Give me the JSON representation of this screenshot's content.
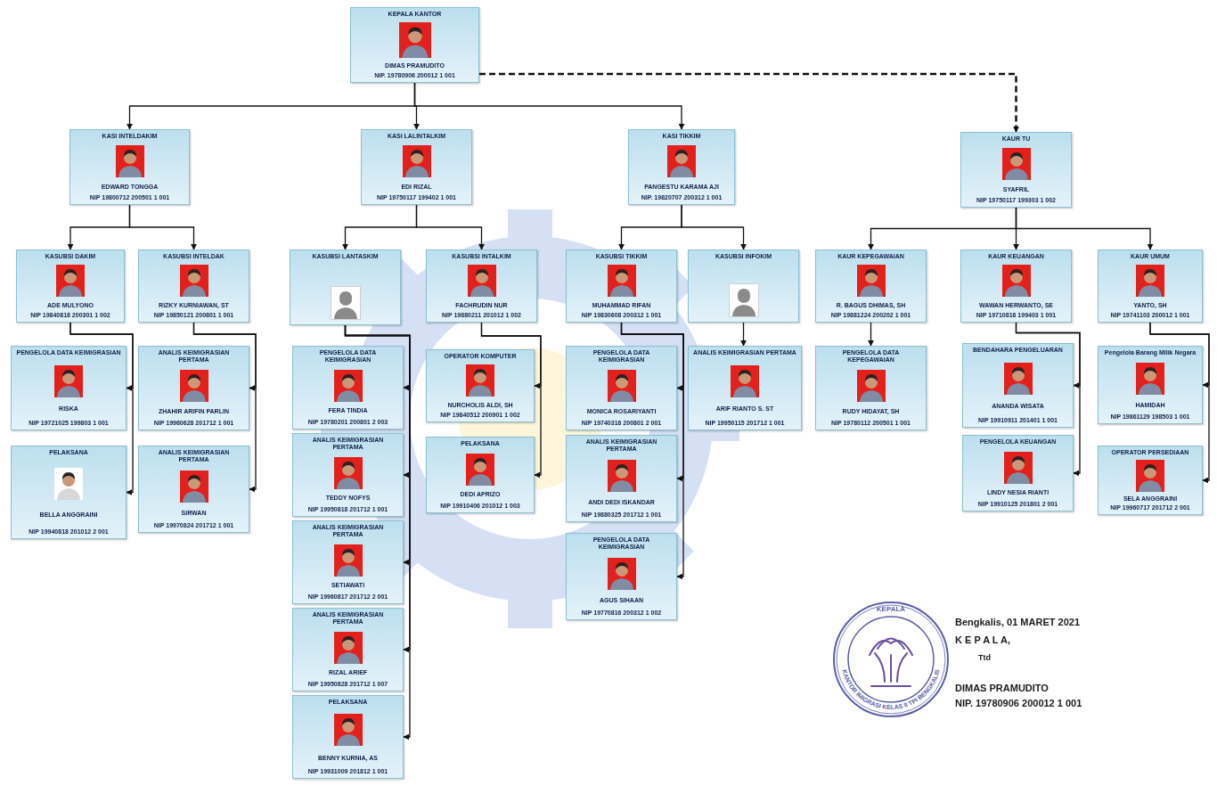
{
  "diagram": {
    "nodes": [
      {
        "text": [
          "KEPALA KANTOR",
          "DIMAS PRAMUDITO",
          "NIP. 19780906 200012 1 001"
        ]
      },
      {
        "text": [
          "KASI INTELDAKIM",
          "EDWARD TONGGA",
          "NIP 19800712 200501 1 001"
        ]
      },
      {
        "text": [
          "KASI LALINTALKIM",
          "EDI RIZAL",
          "NIP 19750117 199402 1 001"
        ]
      },
      {
        "text": [
          "KASI TIKKIM",
          "PANGESTU KARAMA AJI",
          "NIP. 19820707 200312 1 001"
        ]
      },
      {
        "text": [
          "KAUR TU",
          "SYAFRIL",
          "NIP 19750117 199303 1 002"
        ]
      },
      {
        "text": [
          "KASUBSI DAKIM",
          "ADE MULYONO",
          "NIP 19840818 200301 1 002"
        ]
      },
      {
        "text": [
          "KASUBSI INTELDAK",
          "RIZKY KURNIAWAN, ST",
          "NIP 19850121 200801 1 001"
        ]
      },
      {
        "text": [
          "KASUBSI LANTASKIM"
        ]
      },
      {
        "text": [
          "KASUBSI INTALKIM",
          "FACHRUDIN NUR",
          "NIP 19880211 201012 1 002"
        ]
      },
      {
        "text": [
          "KASUBSI TIKKIM",
          "MUHAMMAD RIFAN",
          "NIP 19830608 200312 1 001"
        ]
      },
      {
        "text": [
          "KASUBSI INFOKIM"
        ]
      },
      {
        "text": [
          "KAUR KEPEGAWAIAN",
          "R. BAGUS DHIMAS, SH",
          "NIP 19881224 200202 1 001"
        ]
      },
      {
        "text": [
          "KAUR KEUANGAN",
          "WAWAN HERWANTO, SE",
          "NIP 19710816 199403 1 001"
        ]
      },
      {
        "text": [
          "KAUR UMUM",
          "YANTO, SH",
          "NIP 19741103 200012 1 001"
        ]
      },
      {
        "text": [
          "PENGELOLA DATA KEIMIGRASIAN",
          "RISKA",
          "NIP 19721025 199803 1 001"
        ]
      },
      {
        "text": [
          "PELAKSANA",
          "BELLA ANGGRAINI",
          "NIP 19940818 201012 2 001"
        ]
      },
      {
        "text": [
          "ANALIS KEIMIGRASIAN PERTAMA",
          "ZHAHIR ARIFIN PARLIN",
          "NIP 19960628 201712 1 001"
        ]
      },
      {
        "text": [
          "ANALIS KEIMIGRASIAN PERTAMA",
          "SIRWAN",
          "NIP 19970824 201712 1 001"
        ]
      },
      {
        "text": [
          "PENGELOLA DATA KEIMIGRASIAN",
          "FERA TINDIA",
          "NIP 19780201 200801 2 003"
        ]
      },
      {
        "text": [
          "ANALIS KEIMIGRASIAN PERTAMA",
          "TEDDY NOFYS",
          "NIP 19950818 201712 1 001"
        ]
      },
      {
        "text": [
          "ANALIS KEIMIGRASIAN PERTAMA",
          "SETIAWATI",
          "NIP 19960817 201712 2 001"
        ]
      },
      {
        "text": [
          "ANALIS KEIMIGRASIAN PERTAMA",
          "RIZAL ARIEF",
          "NIP 19950828 201712 1 007"
        ]
      },
      {
        "text": [
          "PELAKSANA",
          "BENNY KURNIA, AS",
          "NIP 19931009 201812 1 001"
        ]
      },
      {
        "text": [
          "OPERATOR KOMPUTER",
          "NURCHOLIS ALDI, SH",
          "NIP 19840512 200901 1 002"
        ]
      },
      {
        "text": [
          "PELAKSANA",
          "DEDI APRIZO",
          "NIP 19910406 201012 1 003"
        ]
      },
      {
        "text": [
          "PENGELOLA DATA KEIMIGRASIAN",
          "MONICA ROSARIYANTI",
          "NIP 19740316 200801 2 001"
        ]
      },
      {
        "text": [
          "ANALIS KEIMIGRASIAN PERTAMA",
          "ANDI DEDI ISKANDAR",
          "NIP 19880325 201712 1 001"
        ]
      },
      {
        "text": [
          "PENGELOLA DATA KEIMIGRASIAN",
          "AGUS SIHAAN",
          "NIP 19770816 200312 1 002"
        ]
      },
      {
        "text": [
          "ANALIS KEIMIGRASIAN PERTAMA",
          "ARIF RIANTO S. ST",
          "NIP 19950115 201712 1 001"
        ]
      },
      {
        "text": [
          "PENGELOLA DATA KEPEGAWAIAN",
          "RUDY HIDAYAT, SH",
          "NIP 19780112 200501 1 001"
        ]
      },
      {
        "text": [
          "BENDAHARA PENGELUARAN",
          "ANANDA WISATA",
          "NIP 19910911 201401 1 001"
        ]
      },
      {
        "text": [
          "PENGELOLA KEUANGAN",
          "LINDY NESIA RIANTI",
          "NIP 19910125 201801 2 001"
        ]
      },
      {
        "text": [
          "Pengelola Barang Milik Negara",
          "HAMIDAH",
          "NIP 19861129 198503 1 001"
        ]
      },
      {
        "text": [
          "OPERATOR PERSEDIAAN",
          "SELA ANGGRAINI",
          "NIP 19960717 201712 2 001"
        ]
      }
    ],
    "edges": [
      {
        "from": 0,
        "to": 1,
        "arrow": "to"
      },
      {
        "from": 0,
        "to": 2,
        "arrow": "to"
      },
      {
        "from": 0,
        "to": 3,
        "arrow": "to"
      },
      {
        "from": 0,
        "to": 4,
        "arrow": "to"
      },
      {
        "from": 1,
        "to": 5,
        "arrow": "to"
      },
      {
        "from": 1,
        "to": 6,
        "arrow": "to"
      },
      {
        "from": 2,
        "to": 7,
        "arrow": "to"
      },
      {
        "from": 2,
        "to": 8,
        "arrow": "to"
      },
      {
        "from": 3,
        "to": 9,
        "arrow": "to"
      },
      {
        "from": 3,
        "to": 10,
        "arrow": "to"
      },
      {
        "from": 4,
        "to": 11,
        "arrow": "to"
      },
      {
        "from": 4,
        "to": 12,
        "arrow": "to"
      },
      {
        "from": 4,
        "to": 13,
        "arrow": "to"
      },
      {
        "from": 5,
        "to": 14,
        "arrow": "to"
      },
      {
        "from": 5,
        "to": 15,
        "arrow": "to"
      },
      {
        "from": 6,
        "to": 16,
        "arrow": "to"
      },
      {
        "from": 6,
        "to": 17,
        "arrow": "to"
      },
      {
        "from": 7,
        "to": 18,
        "arrow": "to"
      },
      {
        "from": 7,
        "to": 19,
        "arrow": "to"
      },
      {
        "from": 7,
        "to": 20,
        "arrow": "to"
      },
      {
        "from": 7,
        "to": 21,
        "arrow": "to"
      },
      {
        "from": 7,
        "to": 22,
        "arrow": "to"
      },
      {
        "from": 8,
        "to": 23,
        "arrow": "to"
      },
      {
        "from": 8,
        "to": 24,
        "arrow": "to"
      },
      {
        "from": 9,
        "to": 25,
        "arrow": "to"
      },
      {
        "from": 9,
        "to": 26,
        "arrow": "to"
      },
      {
        "from": 9,
        "to": 27,
        "arrow": "to"
      },
      {
        "from": 10,
        "to": 28,
        "arrow": "to"
      },
      {
        "from": 11,
        "to": 29,
        "arrow": "to"
      },
      {
        "from": 12,
        "to": 30,
        "arrow": "to"
      },
      {
        "from": 12,
        "to": 31,
        "arrow": "to"
      },
      {
        "from": 13,
        "to": 32,
        "arrow": "to"
      },
      {
        "from": 13,
        "to": 33,
        "arrow": "to"
      }
    ],
    "labels": [
      "Bengkalis, 01 MARET 2021",
      "K E P A L A,",
      "Ttd",
      "DIMAS PRAMUDITO",
      "NIP. 19780906 200012 1 001",
      "KEPALA",
      "KANTOR IMIGRASI KELAS II TPI BENGKALIS"
    ]
  }
}
